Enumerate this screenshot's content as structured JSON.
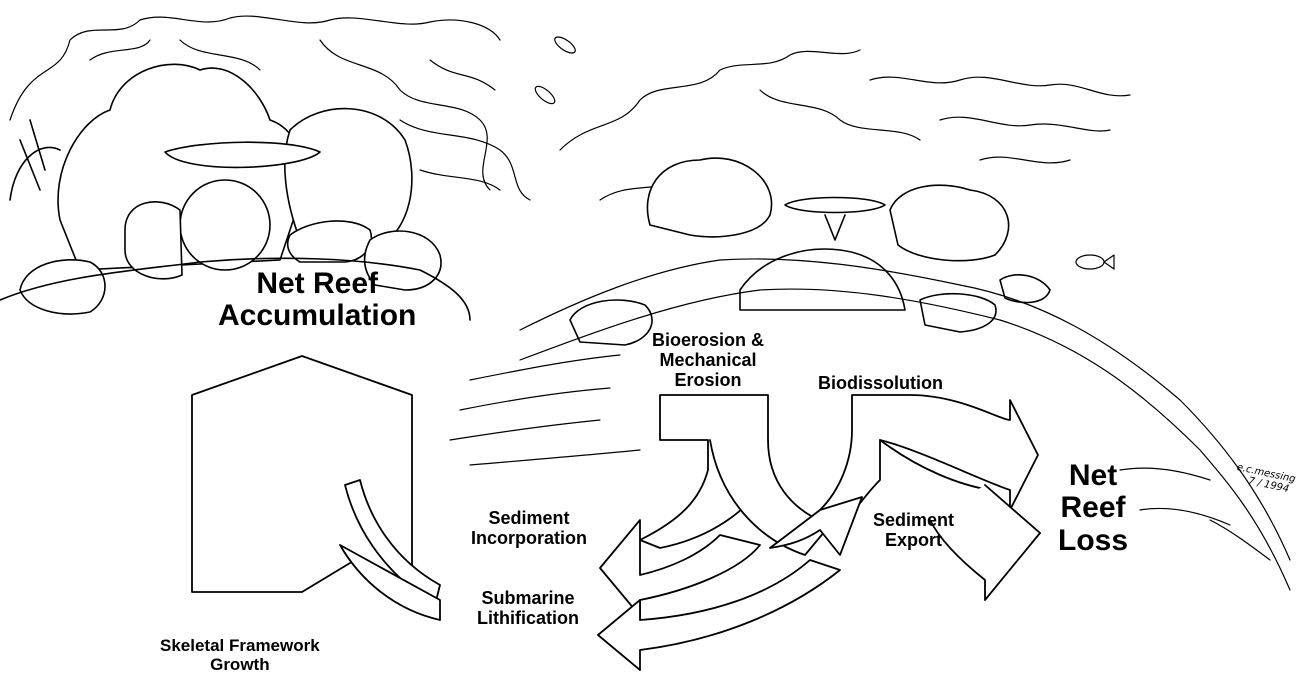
{
  "labels": {
    "net_reef_accumulation": [
      "Net Reef",
      "Accumulation"
    ],
    "bioerosion": [
      "Bioerosion &",
      "Mechanical",
      "Erosion"
    ],
    "biodissolution": "Biodissolution",
    "sediment_incorporation": [
      "Sediment",
      "Incorporation"
    ],
    "submarine_lithification": [
      "Submarine",
      "Lithification"
    ],
    "sediment_export": [
      "Sediment",
      "Export"
    ],
    "net_reef_loss": [
      "Net",
      "Reef",
      "Loss"
    ],
    "skeletal_framework_growth": [
      "Skeletal Framework",
      "Growth"
    ]
  },
  "signature": [
    "e.c.messing",
    "7 / 1994"
  ],
  "colors": {
    "ink": "#000000",
    "paper": "#ffffff",
    "arrow_fill": "#ffffff"
  }
}
